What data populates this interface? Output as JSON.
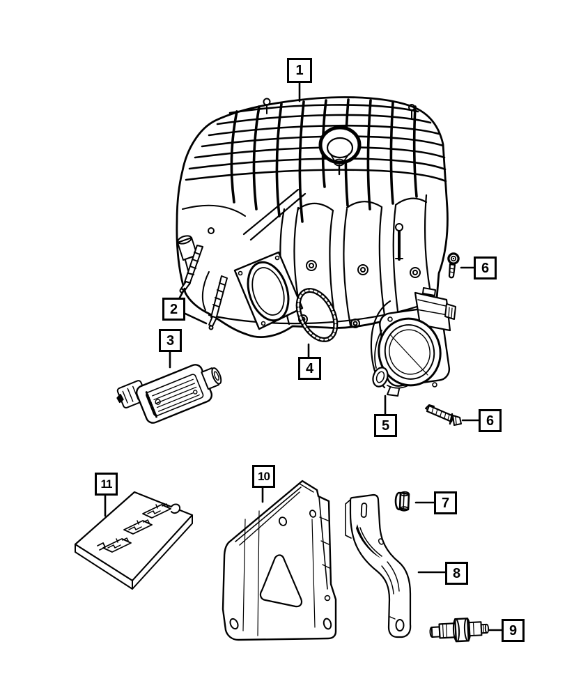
{
  "diagram": {
    "background_color": "#ffffff",
    "line_color": "#000000",
    "callouts": [
      {
        "id": "callout-1",
        "label": "1",
        "part": "intake-manifold"
      },
      {
        "id": "callout-2",
        "label": "2",
        "part": "mounting-studs"
      },
      {
        "id": "callout-3",
        "label": "3",
        "part": "map-sensor"
      },
      {
        "id": "callout-4",
        "label": "4",
        "part": "throttle-body-seal-oring"
      },
      {
        "id": "callout-5",
        "label": "5",
        "part": "throttle-body"
      },
      {
        "id": "callout-6-upper",
        "label": "6",
        "part": "hex-flange-bolt-short"
      },
      {
        "id": "callout-6-lower",
        "label": "6",
        "part": "hex-flange-bolt-long"
      },
      {
        "id": "callout-7",
        "label": "7",
        "part": "hex-flange-nut"
      },
      {
        "id": "callout-8",
        "label": "8",
        "part": "curved-support-bracket"
      },
      {
        "id": "callout-9",
        "label": "9",
        "part": "double-ended-stud-fitting"
      },
      {
        "id": "callout-10",
        "label": "10",
        "part": "side-support-bracket"
      },
      {
        "id": "callout-11",
        "label": "11",
        "part": "insulator-plate"
      }
    ]
  }
}
